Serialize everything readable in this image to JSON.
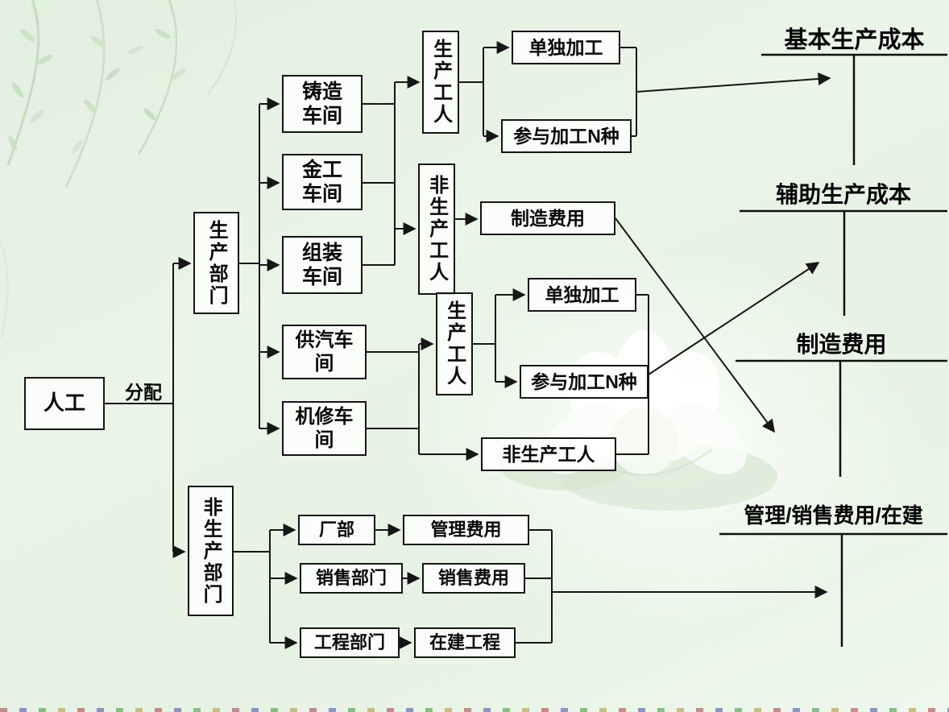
{
  "nodes": {
    "labor": "人工",
    "allocate": "分配",
    "prod_dept": "生产部门",
    "nonprod_dept": "非生产部门",
    "casting": "铸造\n车间",
    "metalwork": "金工\n车间",
    "assembly": "组装\n车间",
    "steam": "供汽车\n间",
    "repair": "机修车\n间",
    "prod_workers_1": "生产工人",
    "nonprod_workers_1": "非生产工人",
    "single_1": "单独加工",
    "multi_1": "参与加工N种",
    "mfg_overhead": "制造费用",
    "prod_workers_2": "生产工人",
    "single_2": "单独加工",
    "multi_2": "参与加工N种",
    "nonprod_workers_2": "非生产工人",
    "hq": "厂部",
    "admin_exp": "管理费用",
    "sales_dept": "销售部门",
    "sales_exp": "销售费用",
    "eng_dept": "工程部门",
    "cip": "在建工程"
  },
  "t_accounts": [
    {
      "label": "基本生产成本"
    },
    {
      "label": "辅助生产成本"
    },
    {
      "label": "制造费用"
    },
    {
      "label": "管理/销售费用/在建"
    }
  ]
}
